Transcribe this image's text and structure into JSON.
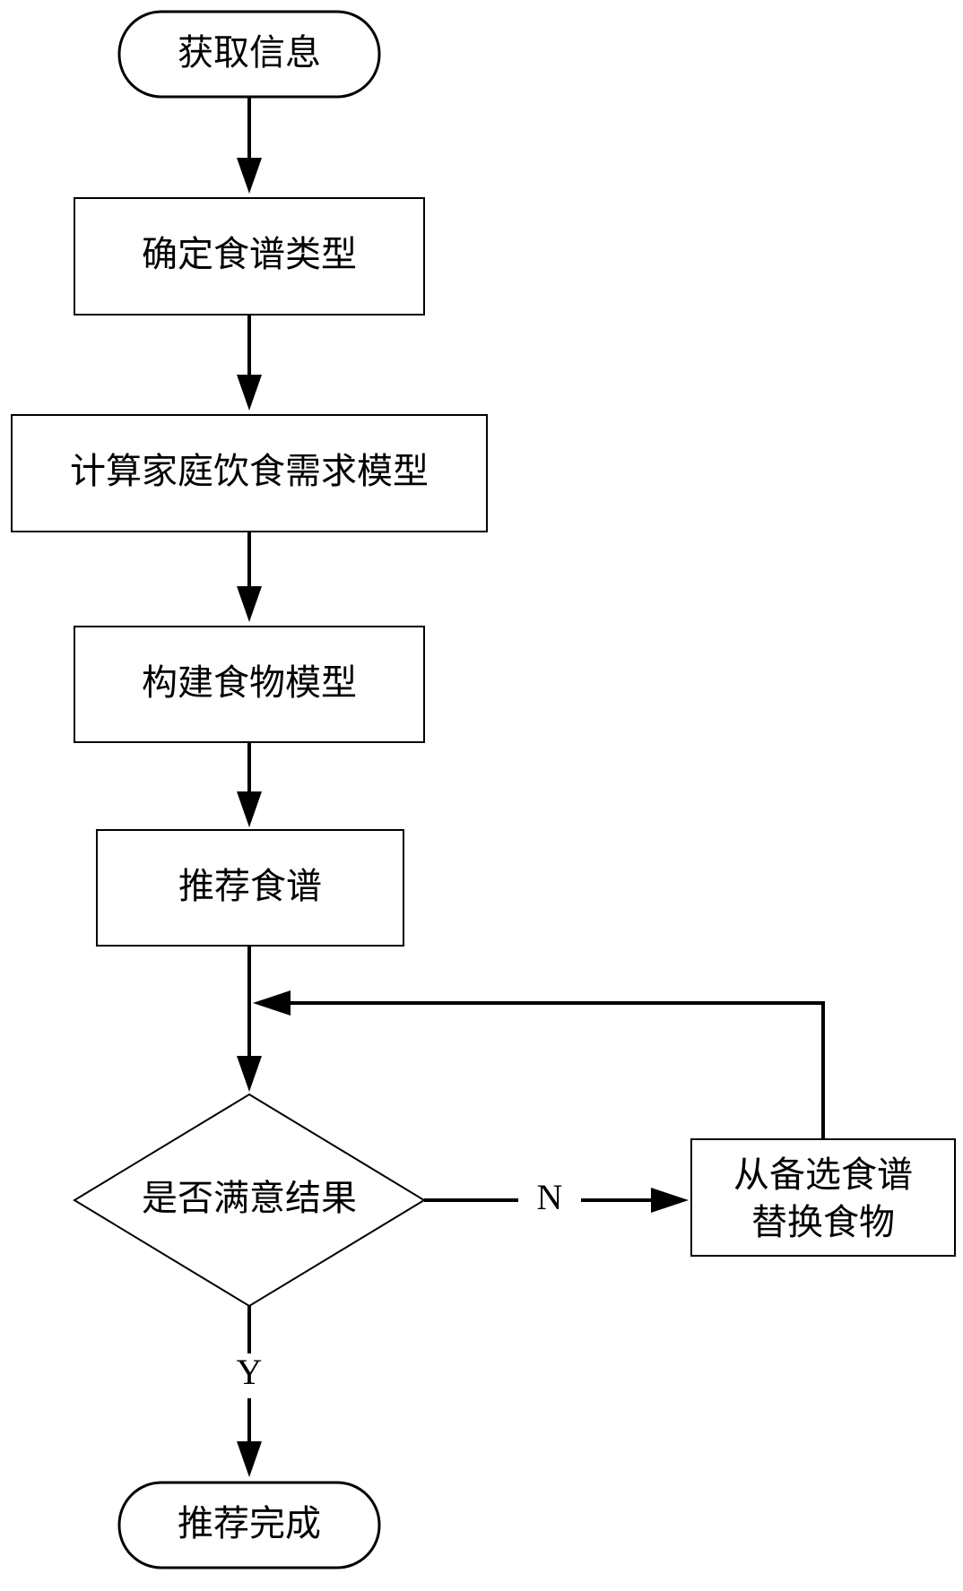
{
  "nodes": {
    "start": "获取信息",
    "determine_type": "确定食谱类型",
    "compute_model": "计算家庭饮食需求模型",
    "build_food_model": "构建食物模型",
    "recommend": "推荐食谱",
    "decision": "是否满意结果",
    "replace_line1": "从备选食谱",
    "replace_line2": "替换食物",
    "end": "推荐完成"
  },
  "edge_labels": {
    "no": "N",
    "yes": "Y"
  }
}
